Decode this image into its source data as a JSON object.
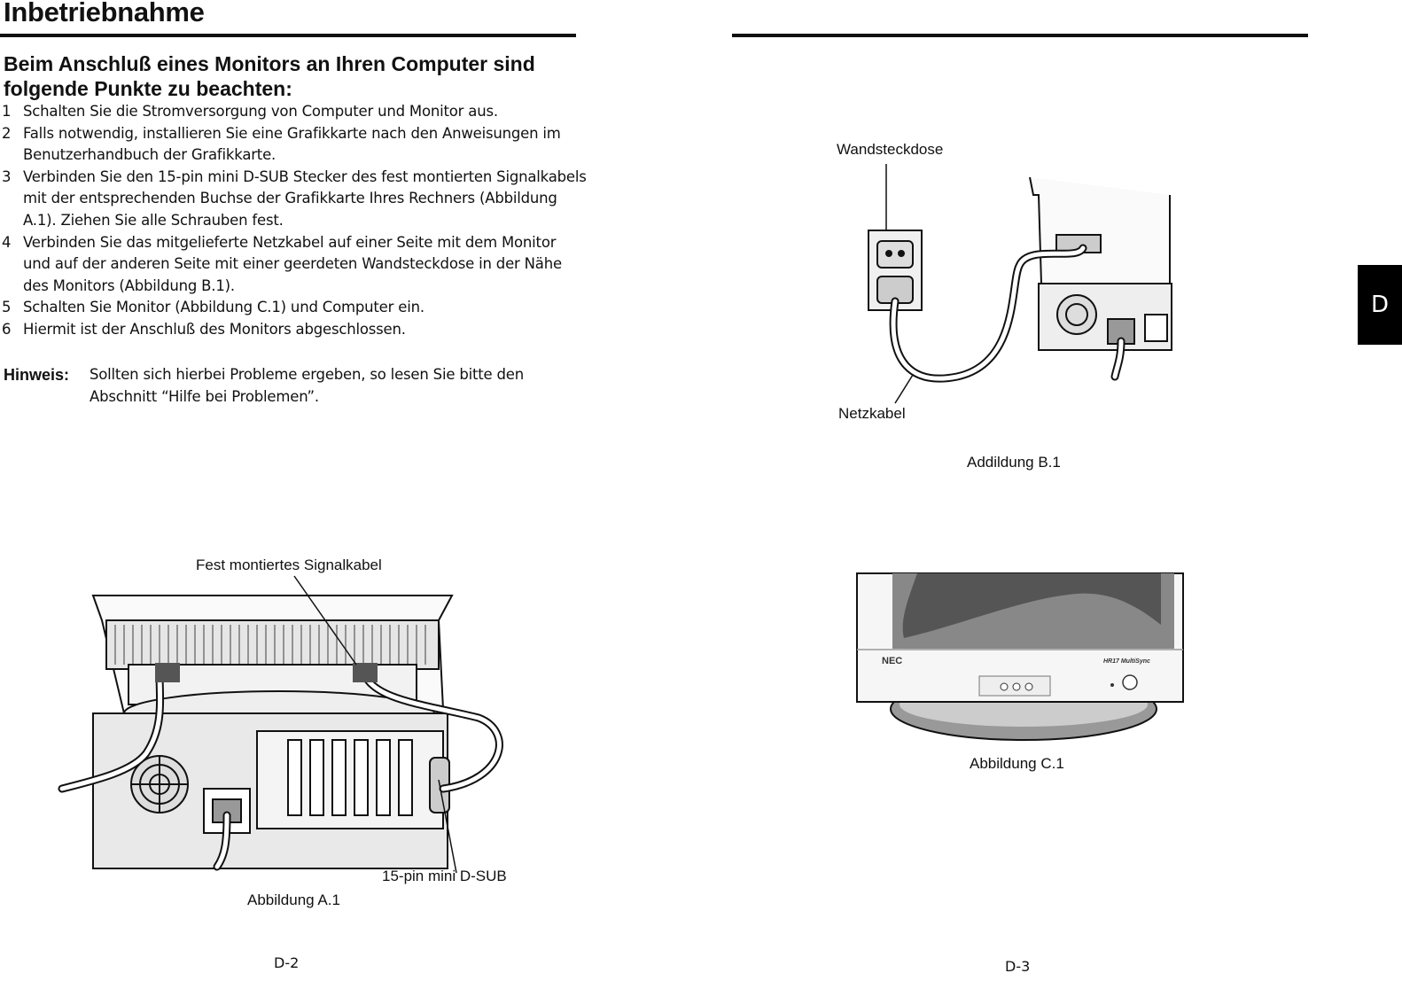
{
  "left_page": {
    "title": "Inbetriebnahme",
    "subheading": "Beim Anschluß eines Monitors an Ihren Computer sind folgende Punkte zu beachten:",
    "steps": [
      {
        "num": "1",
        "text": "Schalten Sie die Stromversorgung von Computer und Monitor aus."
      },
      {
        "num": "2",
        "text": "Falls notwendig, installieren Sie eine Grafikkarte nach den Anweisungen im Benutzerhandbuch der Grafikkarte."
      },
      {
        "num": "3",
        "text": "Verbinden Sie den 15-pin mini D-SUB Stecker des fest montierten Signalkabels mit der entsprechenden Buchse der Grafikkarte Ihres Rechners (Abbildung A.1). Ziehen Sie alle Schrauben fest."
      },
      {
        "num": "4",
        "text": "Verbinden Sie das mitgelieferte Netzkabel auf einer Seite mit dem Monitor und auf der anderen Seite mit einer geerdeten Wandsteckdose in der Nähe des Monitors (Abbildung B.1)."
      },
      {
        "num": "5",
        "text": "Schalten Sie Monitor (Abbildung C.1) und Computer ein."
      },
      {
        "num": "6",
        "text": "Hiermit ist der Anschluß des Monitors abgeschlossen."
      }
    ],
    "note_label": "Hinweis:",
    "note_text": "Sollten sich hierbei Probleme ergeben, so lesen Sie bitte den Abschnitt “Hilfe bei Problemen”.",
    "figure_a": {
      "label_cable": "Fest montiertes Signalkabel",
      "label_connector": "15-pin mini D-SUB",
      "caption": "Abbildung A.1"
    },
    "page_number": "D-2"
  },
  "right_page": {
    "figure_b": {
      "label_outlet": "Wandsteckdose",
      "label_power_cord": "Netzkabel",
      "caption": "Addildung B.1"
    },
    "figure_c": {
      "brand": "NEC",
      "model": "HR17 MultiSync",
      "caption": "Abbildung C.1"
    },
    "page_number": "D-3",
    "section_tab": "D"
  }
}
